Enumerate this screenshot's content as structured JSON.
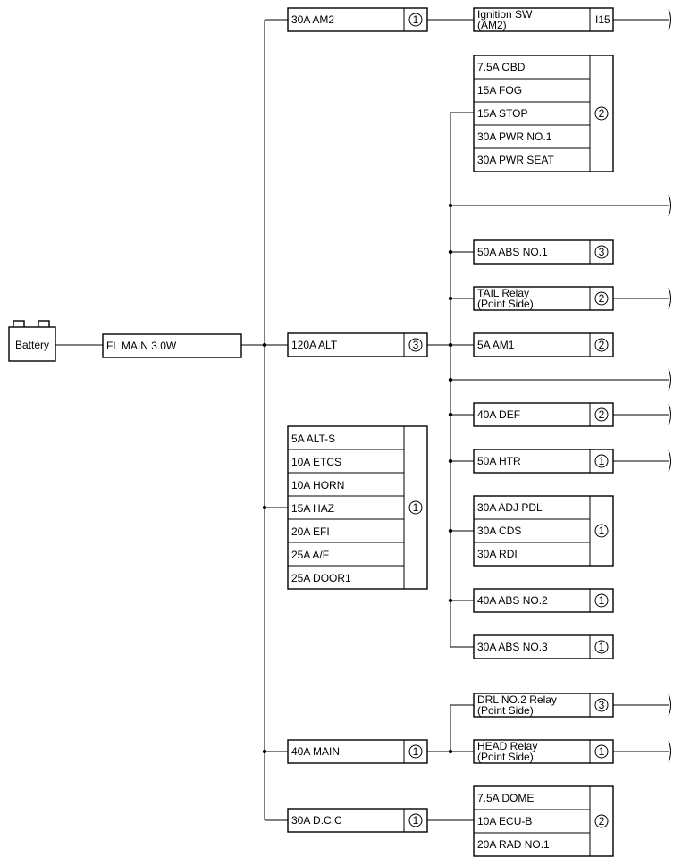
{
  "battery": "Battery",
  "main_fuse": "FL MAIN 3.0W",
  "rows": {
    "am2": "30A AM2",
    "am2_num": "1",
    "ign": "Ignition SW",
    "ign2": "(AM2)",
    "ign_conn": "I15",
    "alt": "120A ALT",
    "alt_num": "3",
    "main": "40A MAIN",
    "main_num": "1",
    "dcc": "30A D.C.C",
    "dcc_num": "1"
  },
  "groups": {
    "g2_fuses": [
      "7.5A OBD",
      "15A FOG",
      "15A STOP",
      "30A PWR NO.1",
      "30A PWR SEAT"
    ],
    "g2_num": "2",
    "left_fuses": [
      "5A ALT-S",
      "10A ETCS",
      "10A HORN",
      "15A HAZ",
      "20A EFI",
      "25A A/F",
      "25A DOOR1"
    ],
    "left_num": "1",
    "abs1": "50A ABS NO.1",
    "abs1_num": "3",
    "tail": "TAIL Relay",
    "tail2": "(Point Side)",
    "tail_num": "2",
    "am1": "5A AM1",
    "am1_num": "2",
    "def": "40A DEF",
    "def_num": "2",
    "htr": "50A HTR",
    "htr_num": "1",
    "adj_fuses": [
      "30A ADJ PDL",
      "30A CDS",
      "30A RDI"
    ],
    "adj_num": "1",
    "abs2": "40A ABS NO.2",
    "abs2_num": "1",
    "abs3": "30A ABS NO.3",
    "abs3_num": "1",
    "drl": "DRL NO.2 Relay",
    "drl2": "(Point Side)",
    "drl_num": "3",
    "head": "HEAD Relay",
    "head2": "(Point Side)",
    "head_num": "1",
    "dome_fuses": [
      "7.5A DOME",
      "10A ECU-B",
      "20A RAD NO.1"
    ],
    "dome_num": "2"
  }
}
